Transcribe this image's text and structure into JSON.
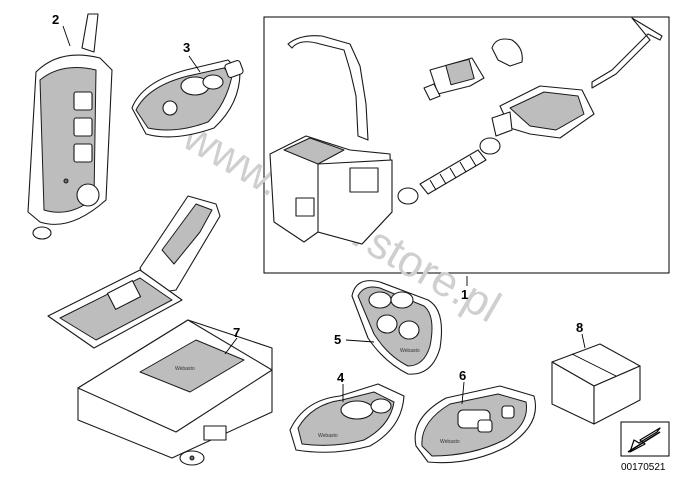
{
  "watermark": "www.BMWstore.pl",
  "part_number": "00170521",
  "callouts": [
    {
      "id": "1",
      "label": "1"
    },
    {
      "id": "2",
      "label": "2"
    },
    {
      "id": "3",
      "label": "3"
    },
    {
      "id": "4",
      "label": "4"
    },
    {
      "id": "5",
      "label": "5"
    },
    {
      "id": "6",
      "label": "6"
    },
    {
      "id": "7",
      "label": "7"
    },
    {
      "id": "8",
      "label": "8"
    }
  ],
  "device_brand_marks": [
    "Webasto",
    "Webasto",
    "Webasto",
    "Webasto"
  ],
  "icons": {
    "nav_arrow": "arrow-down-left-icon"
  }
}
